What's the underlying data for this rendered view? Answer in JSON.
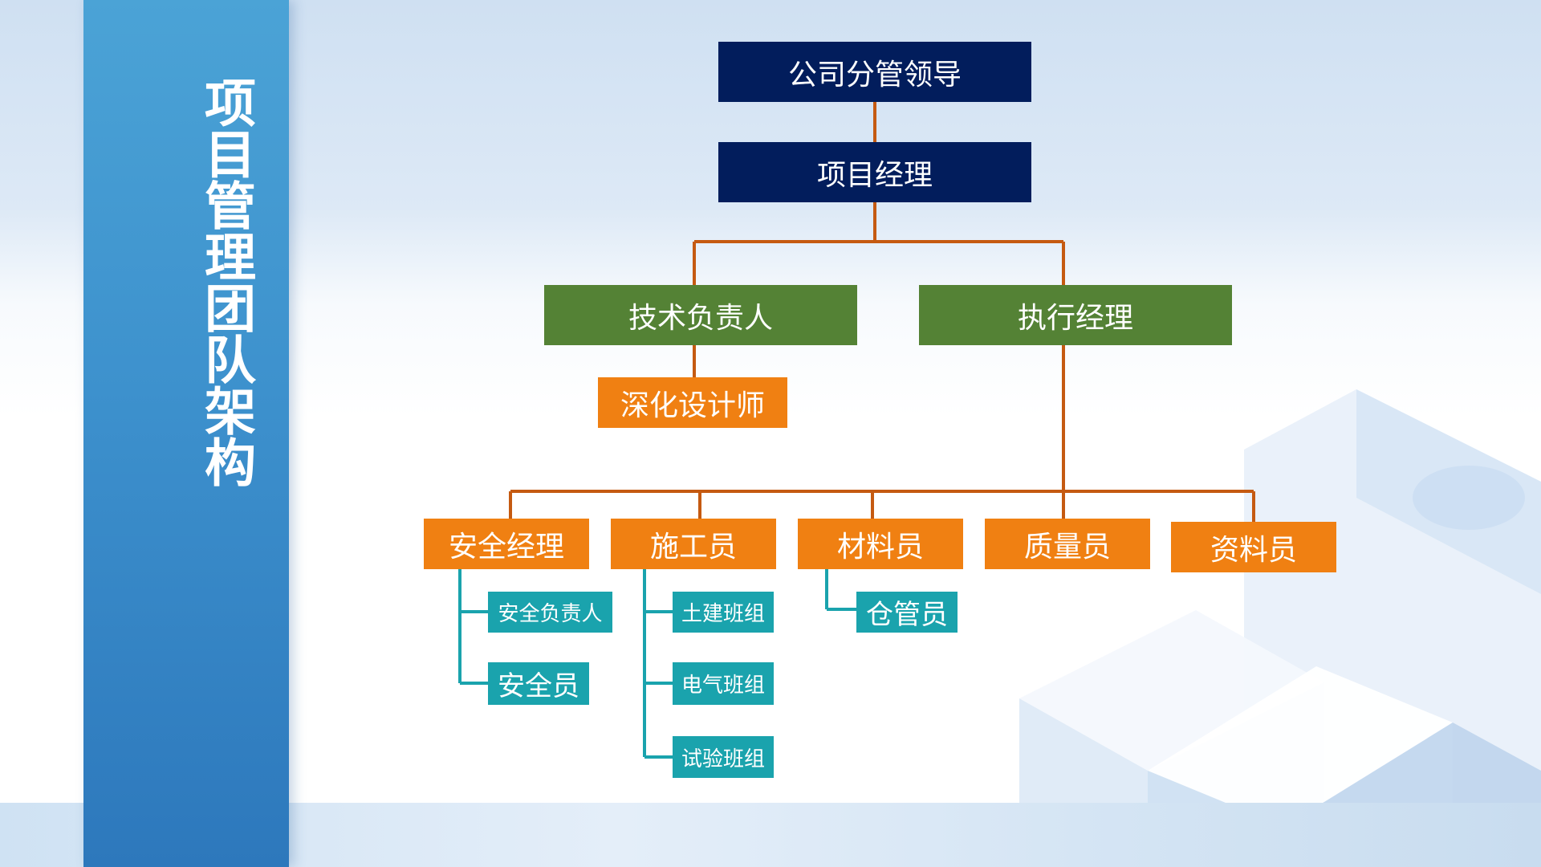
{
  "sidebar": {
    "title": "项目管理团队架构"
  },
  "org": {
    "leader": "公司分管领导",
    "pm": "项目经理",
    "tech_lead": "技术负责人",
    "exec_manager": "执行经理",
    "designer": "深化设计师",
    "safety_manager": "安全经理",
    "construction": "施工员",
    "materials": "材料员",
    "quality": "质量员",
    "documents": "资料员",
    "safety_lead": "安全负责人",
    "safety_officer": "安全员",
    "civil_team": "土建班组",
    "electrical_team": "电气班组",
    "test_team": "试验班组",
    "warehouse": "仓管员"
  },
  "colors": {
    "navy": "#021d5c",
    "green": "#548235",
    "orange": "#f08012",
    "teal": "#1aa3ad",
    "connector_brown": "#c55a11",
    "connector_teal": "#1aa3ad",
    "sidebar_blue": "#3d91cd"
  }
}
